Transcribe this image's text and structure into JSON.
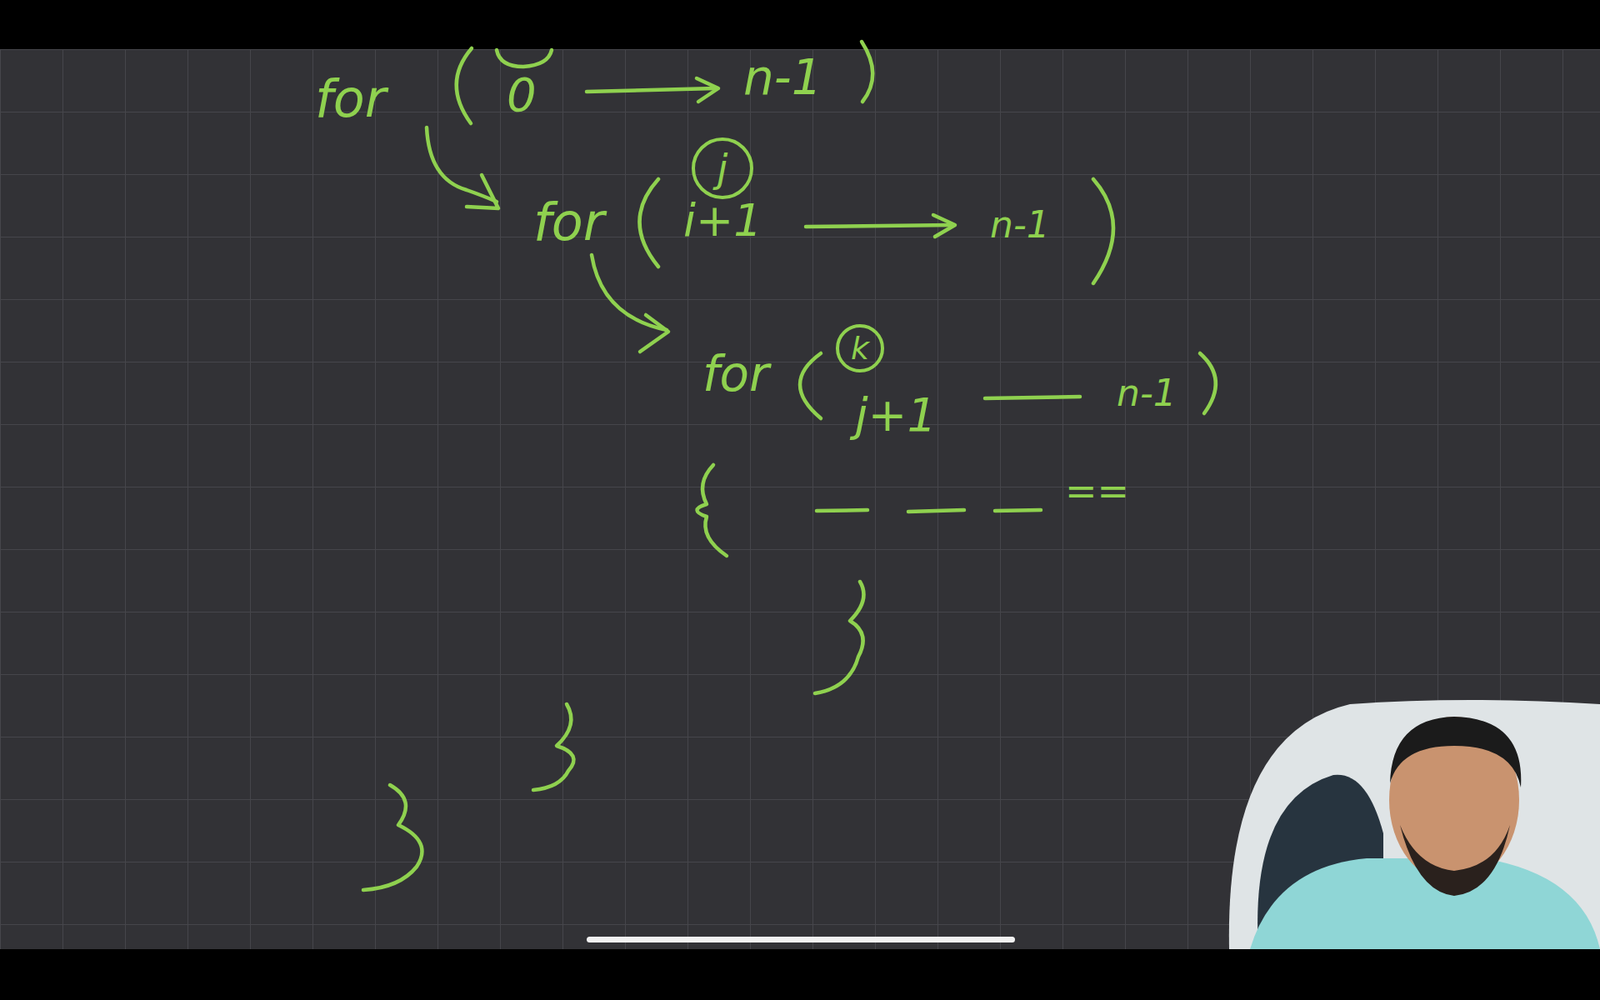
{
  "diagram": {
    "nodes": [
      {
        "text": [
          "j"
        ]
      },
      {
        "text": [
          "k"
        ]
      }
    ],
    "labels": [
      "for",
      "0",
      "n-1",
      "for",
      "i+1",
      "n-1",
      "for",
      "j+1",
      "n-1",
      "=="
    ]
  }
}
